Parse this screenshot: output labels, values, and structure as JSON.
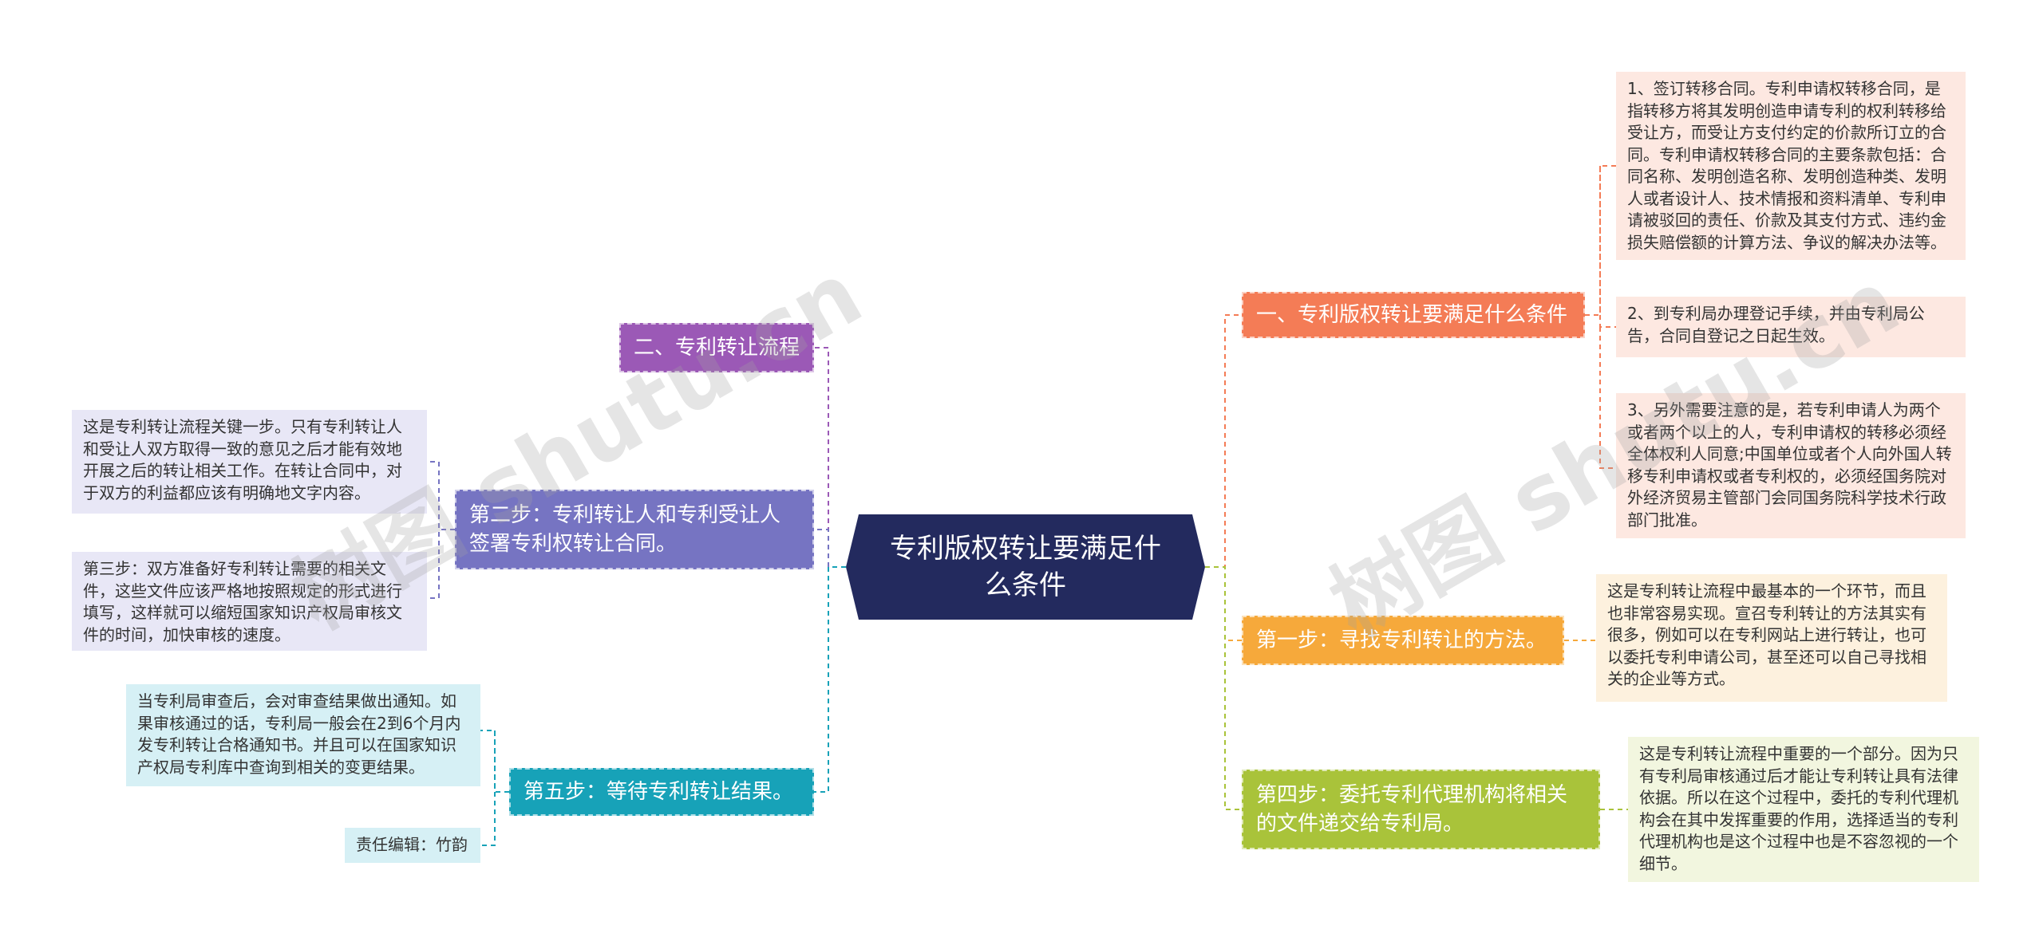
{
  "center": {
    "title": "专利版权转让要满足什么条件"
  },
  "right": {
    "branch1": {
      "label": "一、专利版权转让要满足什么条件",
      "leaves": [
        "1、签订转移合同。专利申请权转移合同，是指转移方将其发明创造申请专利的权利转移给受让方，而受让方支付约定的价款所订立的合同。专利申请权转移合同的主要条款包括：合同名称、发明创造名称、发明创造种类、发明人或者设计人、技术情报和资料清单、专利申请被驳回的责任、价款及其支付方式、违约金损失赔偿额的计算方法、争议的解决办法等。",
        "2、到专利局办理登记手续，并由专利局公告，合同自登记之日起生效。",
        "3、另外需要注意的是，若专利申请人为两个或者两个以上的人，专利申请权的转移必须经全体权利人同意;中国单位或者个人向外国人转移专利申请权或者专利权的，必须经国务院对外经济贸易主管部门会同国务院科学技术行政部门批准。"
      ]
    },
    "branch2": {
      "label": "第一步：寻找专利转让的方法。",
      "leaf": "这是专利转让流程中最基本的一个环节，而且也非常容易实现。宣召专利转让的方法其实有很多，例如可以在专利网站上进行转让，也可以委托专利申请公司，甚至还可以自己寻找相关的企业等方式。"
    },
    "branch3": {
      "label": "第四步：委托专利代理机构将相关的文件递交给专利局。",
      "leaf": "这是专利转让流程中重要的一个部分。因为只有专利局审核通过后才能让专利转让具有法律依据。所以在这个过程中，委托的专利代理机构会在其中发挥重要的作用，选择适当的专利代理机构也是这个过程中也是不容忽视的一个细节。"
    }
  },
  "left": {
    "branch1": {
      "label": "二、专利转让流程"
    },
    "branch2": {
      "label": "第二步：专利转让人和专利受让人签署专利权转让合同。",
      "leaves": [
        "这是专利转让流程关键一步。只有专利转让人和受让人双方取得一致的意见之后才能有效地开展之后的转让相关工作。在转让合同中，对于双方的利益都应该有明确地文字内容。",
        "第三步：双方准备好专利转让需要的相关文件，这些文件应该严格地按照规定的形式进行填写，这样就可以缩短国家知识产权局审核文件的时间，加快审核的速度。"
      ]
    },
    "branch3": {
      "label": "第五步：等待专利转让结果。",
      "leaves": [
        "当专利局审查后，会对审查结果做出通知。如果审核通过的话，专利局一般会在2到6个月内发专利转让合格通知书。并且可以在国家知识产权局专利库中查询到相关的变更结果。",
        "责任编辑：竹韵"
      ]
    }
  },
  "watermark": {
    "text": "树图 shutu.cn"
  },
  "colors": {
    "center": "#232a5e",
    "branch_r1": "#f47c56",
    "leaf_r1": "#fde8e1",
    "branch_r2": "#f6a93b",
    "leaf_r2": "#fdf1de",
    "branch_r3": "#a9c33a",
    "leaf_r3": "#f2f6df",
    "branch_l1": "#9b59b6",
    "branch_l2": "#7674c2",
    "leaf_l2": "#e8e7f6",
    "branch_l3": "#17a2b8",
    "leaf_l3": "#d6f0f5"
  }
}
